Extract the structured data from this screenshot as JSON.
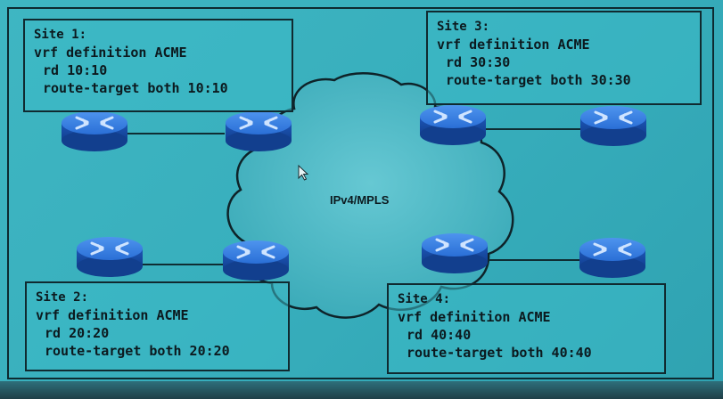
{
  "network": {
    "label": "IPv4/MPLS"
  },
  "sites": [
    {
      "title": "Site 1:",
      "vrf": "vrf definition ACME",
      "rd": "rd 10:10",
      "rt": "route-target both 10:10"
    },
    {
      "title": "Site 2:",
      "vrf": "vrf definition ACME",
      "rd": "rd 20:20",
      "rt": "route-target both 20:20"
    },
    {
      "title": "Site 3:",
      "vrf": "vrf definition ACME",
      "rd": "rd 30:30",
      "rt": "route-target both 30:30"
    },
    {
      "title": "Site 4:",
      "vrf": "vrf definition ACME",
      "rd": "rd 40:40",
      "rt": "route-target both 40:40"
    }
  ],
  "icons": {
    "router": "router-icon",
    "cloud": "cloud-icon",
    "cursor": "mouse-pointer-icon"
  },
  "colors": {
    "background": "#3fb6c2",
    "router": "#1f5fc7",
    "router_top": "#3f86e8",
    "cloud_fill": "#56bfcb",
    "cloud_stroke": "#0e2329"
  }
}
